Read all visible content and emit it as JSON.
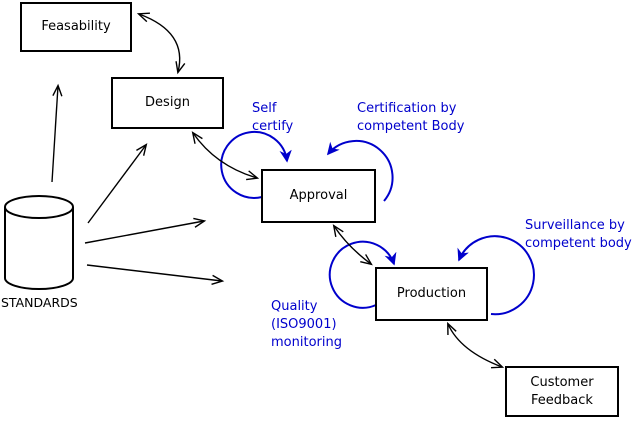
{
  "nodes": {
    "feasability": {
      "label": "Feasability"
    },
    "design": {
      "label": "Design"
    },
    "approval": {
      "label": "Approval"
    },
    "production": {
      "label": "Production"
    },
    "customer_feedback": {
      "label": "Customer\nFeedback"
    },
    "standards": {
      "label": "STANDARDS"
    }
  },
  "annotations": {
    "self_certify": {
      "text": "Self\ncertify"
    },
    "certification": {
      "text": "Certification by\ncompetent Body"
    },
    "quality": {
      "text": "Quality\n(ISO9001)\nmonitoring"
    },
    "surveillance": {
      "text": "Surveillance by\ncompetent body"
    }
  },
  "edges": [
    {
      "from": "standards",
      "to": "feasability",
      "type": "arrow"
    },
    {
      "from": "standards",
      "to": "design",
      "type": "arrow"
    },
    {
      "from": "standards",
      "to": "approval",
      "type": "arrow"
    },
    {
      "from": "standards",
      "to": "production",
      "type": "arrow"
    },
    {
      "from": "feasability",
      "to": "design",
      "type": "double-arrow"
    },
    {
      "from": "design",
      "to": "approval",
      "type": "double-arrow"
    },
    {
      "from": "approval",
      "to": "production",
      "type": "double-arrow"
    },
    {
      "from": "production",
      "to": "customer_feedback",
      "type": "double-arrow"
    },
    {
      "node": "approval",
      "side": "left",
      "type": "self-loop",
      "label": "self_certify"
    },
    {
      "node": "approval",
      "side": "right",
      "type": "self-loop",
      "label": "certification"
    },
    {
      "node": "production",
      "side": "left",
      "type": "self-loop",
      "label": "quality"
    },
    {
      "node": "production",
      "side": "right",
      "type": "self-loop",
      "label": "surveillance"
    }
  ],
  "colors": {
    "line": "#000000",
    "loop": "#0000cc",
    "annotation": "#0000cc",
    "node_border": "#000000",
    "background": "#ffffff"
  }
}
